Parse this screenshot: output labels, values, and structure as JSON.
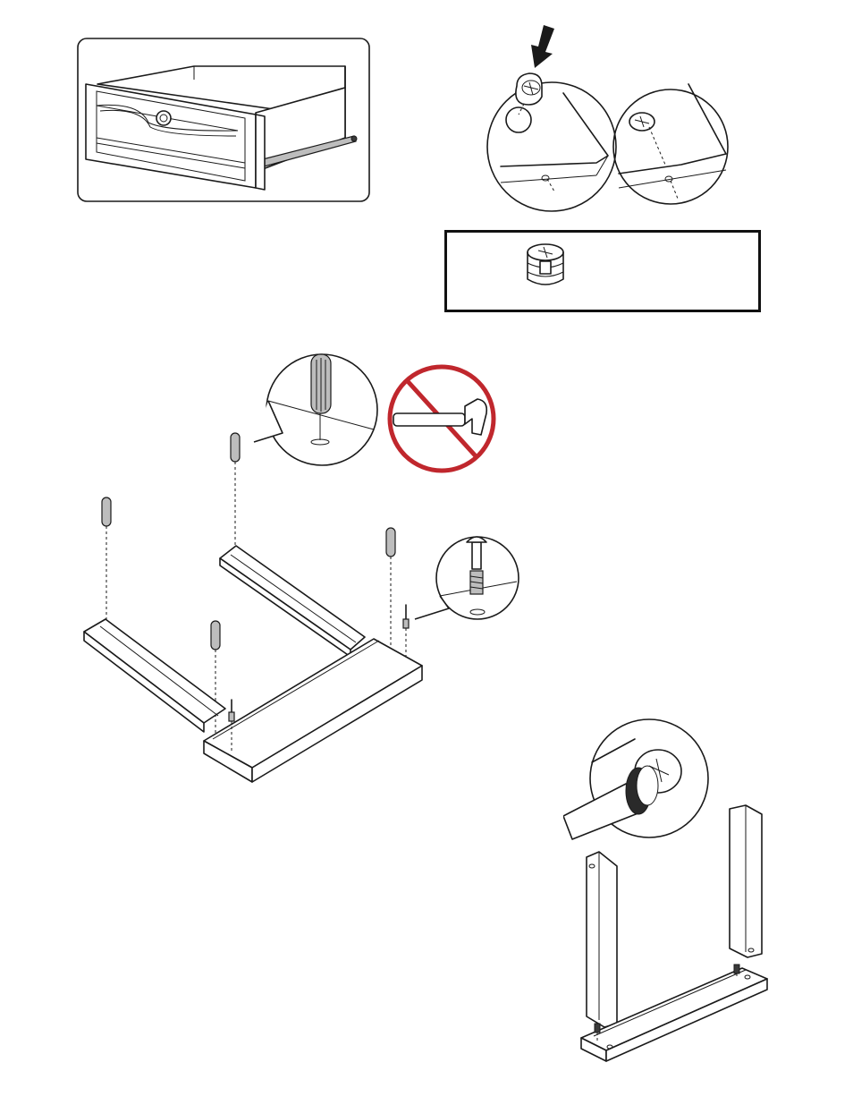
{
  "figure": {
    "steps": [
      {
        "id": "drawer-overview",
        "icons": [
          "drawer-icon"
        ]
      },
      {
        "id": "cam-lock-insert",
        "icons": [
          "arrow-down-icon",
          "cam-lock-icon"
        ]
      },
      {
        "id": "cam-lock-note",
        "icons": [
          "cam-lock-icon"
        ]
      },
      {
        "id": "dowel-insert",
        "icons": [
          "wood-dowel-icon",
          "no-hammer-icon",
          "cam-bolt-icon"
        ]
      },
      {
        "id": "tighten-cam",
        "icons": [
          "screwdriver-icon",
          "cam-lock-icon"
        ]
      }
    ],
    "colors": {
      "line": "#1a1a1a",
      "dowel_fill": "#bdbdbd",
      "prohibition_red": "#c0272d",
      "background": "#ffffff"
    }
  }
}
